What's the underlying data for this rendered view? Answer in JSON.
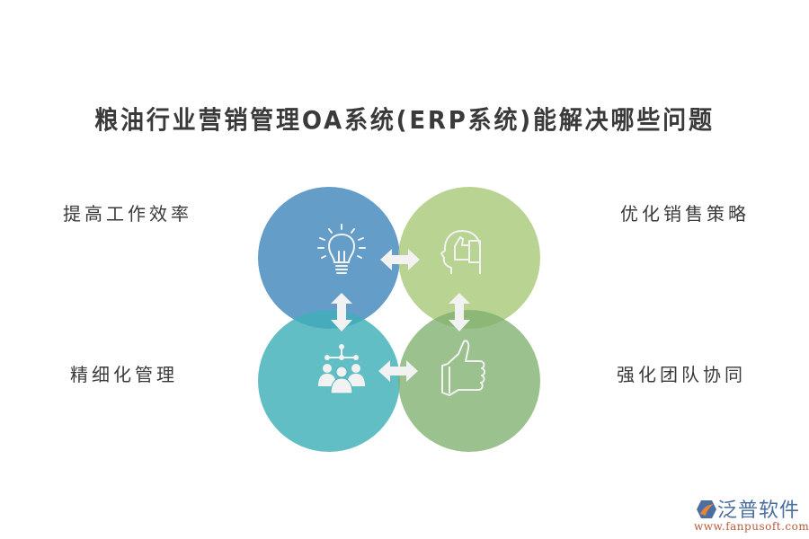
{
  "title": "粮油行业营销管理OA系统(ERP系统)能解决哪些问题",
  "quadrants": [
    {
      "label": "提高工作效率",
      "icon": "lightbulb-icon",
      "color": "#4f8fc0"
    },
    {
      "label": "优化销售策略",
      "icon": "head-thumbs-up-icon",
      "color": "#a9c97a"
    },
    {
      "label": "精细化管理",
      "icon": "team-hierarchy-icon",
      "color": "#3fb0b8"
    },
    {
      "label": "强化团队协同",
      "icon": "thumbs-up-icon",
      "color": "#7fb06e"
    }
  ],
  "arrows": [
    {
      "name": "horizontal-arrow-top",
      "direction": "left-right"
    },
    {
      "name": "vertical-arrow-left",
      "direction": "up-down"
    },
    {
      "name": "vertical-arrow-right",
      "direction": "up-down"
    },
    {
      "name": "horizontal-arrow-bottom",
      "direction": "left-right"
    }
  ],
  "logo": {
    "name": "泛普软件",
    "url": "www.fanpusoft.com"
  }
}
